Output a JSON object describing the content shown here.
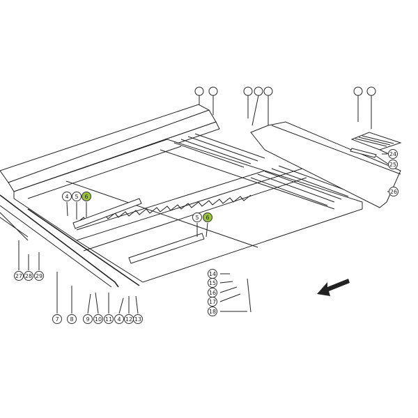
{
  "diagram": {
    "highlight_color": "#9ac43c",
    "callouts": [
      {
        "label": "4",
        "highlight": false
      },
      {
        "label": "5",
        "highlight": false
      },
      {
        "label": "6",
        "highlight": true
      },
      {
        "label": "5",
        "highlight": false
      },
      {
        "label": "6",
        "highlight": true
      },
      {
        "label": "7",
        "highlight": false
      },
      {
        "label": "8",
        "highlight": false
      },
      {
        "label": "9",
        "highlight": false
      },
      {
        "label": "10",
        "highlight": false
      },
      {
        "label": "11",
        "highlight": false
      },
      {
        "label": "4",
        "highlight": false
      },
      {
        "label": "12",
        "highlight": false
      },
      {
        "label": "13",
        "highlight": false
      },
      {
        "label": "27",
        "highlight": false
      },
      {
        "label": "28",
        "highlight": false
      },
      {
        "label": "29",
        "highlight": false
      },
      {
        "label": "14",
        "highlight": false
      },
      {
        "label": "15",
        "highlight": false
      },
      {
        "label": "16",
        "highlight": false
      },
      {
        "label": "17",
        "highlight": false
      },
      {
        "label": "18",
        "highlight": false
      },
      {
        "label": "24",
        "highlight": false
      },
      {
        "label": "25",
        "highlight": false
      },
      {
        "label": "26",
        "highlight": false
      }
    ],
    "direction_arrow": "arrow-down-left-icon"
  }
}
